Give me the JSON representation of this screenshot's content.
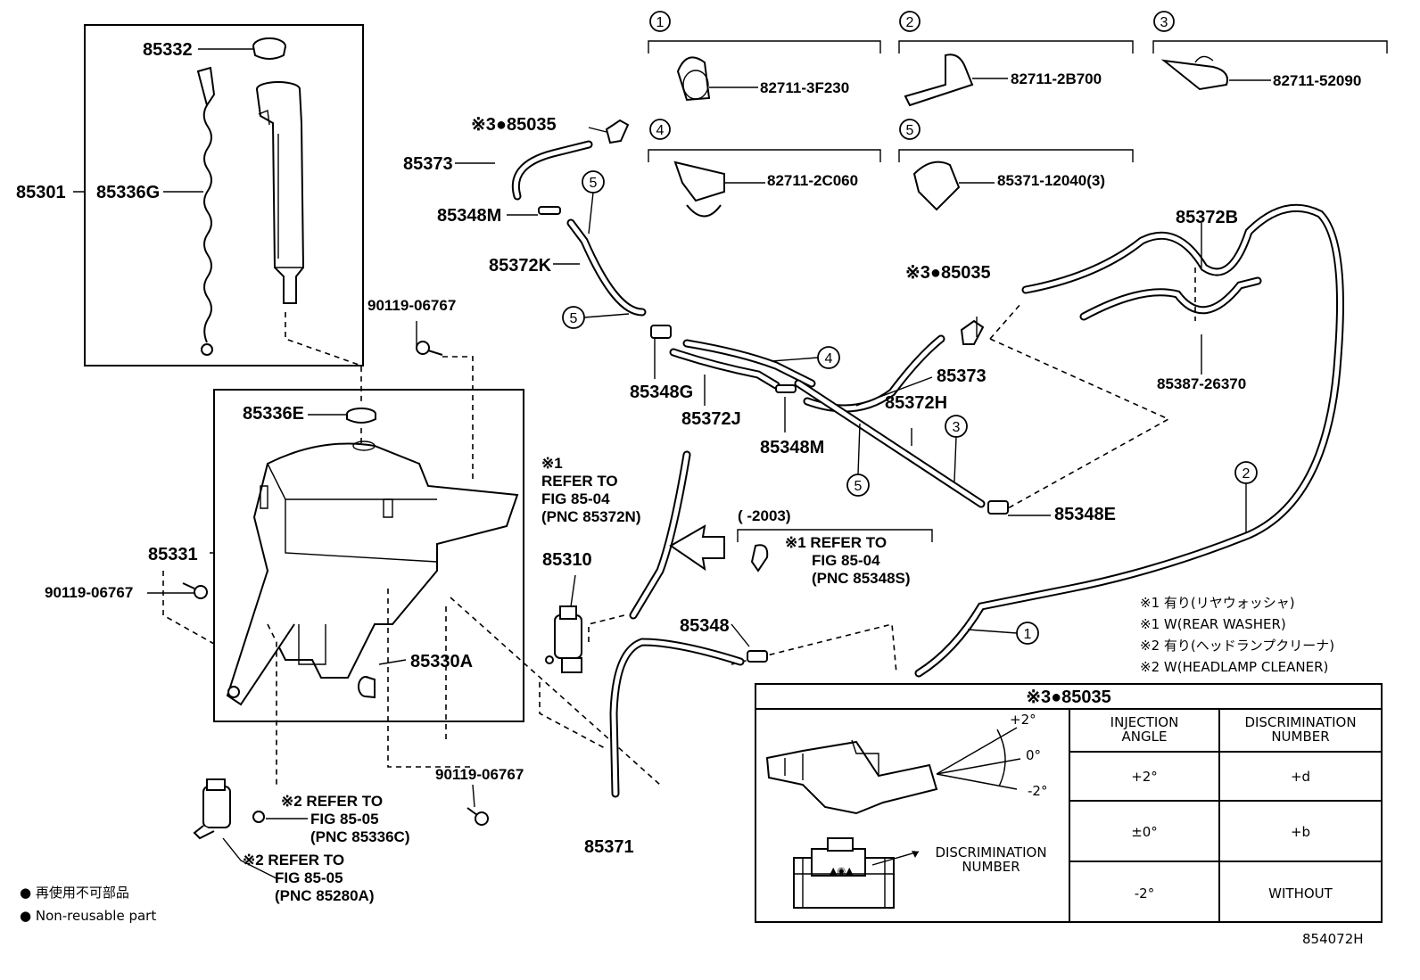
{
  "parts": {
    "p85332": "85332",
    "p85301": "85301",
    "p85336G": "85336G",
    "p90119_top": "90119-06767",
    "p85336E": "85336E",
    "p85331": "85331",
    "p90119_left": "90119-06767",
    "p85330A": "85330A",
    "p90119_bottom": "90119-06767",
    "p85310": "85310",
    "p85371": "85371",
    "p85348": "85348",
    "p85035_a": "※3●85035",
    "p85373_a": "85373",
    "p85348M_a": "85348M",
    "p85372K": "85372K",
    "p85348G": "85348G",
    "p85372J": "85372J",
    "p85348M_b": "85348M",
    "p85373_b": "85373",
    "p85372H": "85372H",
    "p85035_b": "※3●85035",
    "p85348E": "85348E",
    "p85372B": "85372B",
    "p85387": "85387-26370"
  },
  "clips": {
    "c1_num": "1",
    "c1_part": "82711-3F230",
    "c2_num": "2",
    "c2_part": "82711-2B700",
    "c3_num": "3",
    "c3_part": "82711-52090",
    "c4_num": "4",
    "c4_part": "82711-2C060",
    "c5_num": "5",
    "c5_part": "85371-12040(3)"
  },
  "callouts": {
    "n5a": "5",
    "n5b": "5",
    "n4": "4",
    "n5c": "5",
    "n3": "3",
    "n2": "2",
    "n1": "1"
  },
  "refs": {
    "r1_line1": "※1",
    "r1_line2": "REFER TO",
    "r1_line3": "FIG 85-04",
    "r1_line4": "(PNC 85372N)",
    "r2_date": "(        -2003)",
    "r2_line1": "※1 REFER TO",
    "r2_line2": "FIG 85-04",
    "r2_line3": "(PNC 85348S)",
    "r3_line1": "※2 REFER TO",
    "r3_line2": "FIG 85-05",
    "r3_line3": "(PNC 85336C)",
    "r4_line1": "※2 REFER TO",
    "r4_line2": "FIG 85-05",
    "r4_line3": "(PNC 85280A)"
  },
  "notes": {
    "n1_jp": "※1 有り(リヤウォッシャ)",
    "n1_en": "※1 W(REAR WASHER)",
    "n2_jp": "※2 有り(ヘッドランプクリーナ)",
    "n2_en": "※2 W(HEADLAMP CLEANER)"
  },
  "legend": {
    "jp": "● 再使用不可部品",
    "en": "● Non-reusable part"
  },
  "inset": {
    "title": "※3●85035",
    "angle_plus": "+2°",
    "angle_zero": "0°",
    "angle_minus": "-2°",
    "discrim_label_1": "DISCRIMINATION",
    "discrim_label_2": "NUMBER",
    "table": {
      "header_col1_l1": "INJECTION",
      "header_col1_l2": "ANGLE",
      "header_col2_l1": "DISCRIMINATION",
      "header_col2_l2": "NUMBER",
      "row1_angle": "+2°",
      "row1_num": "+d",
      "row2_angle": "±0°",
      "row2_num": "+b",
      "row3_angle": "-2°",
      "row3_num": "WITHOUT"
    }
  },
  "figure_id": "854072H"
}
